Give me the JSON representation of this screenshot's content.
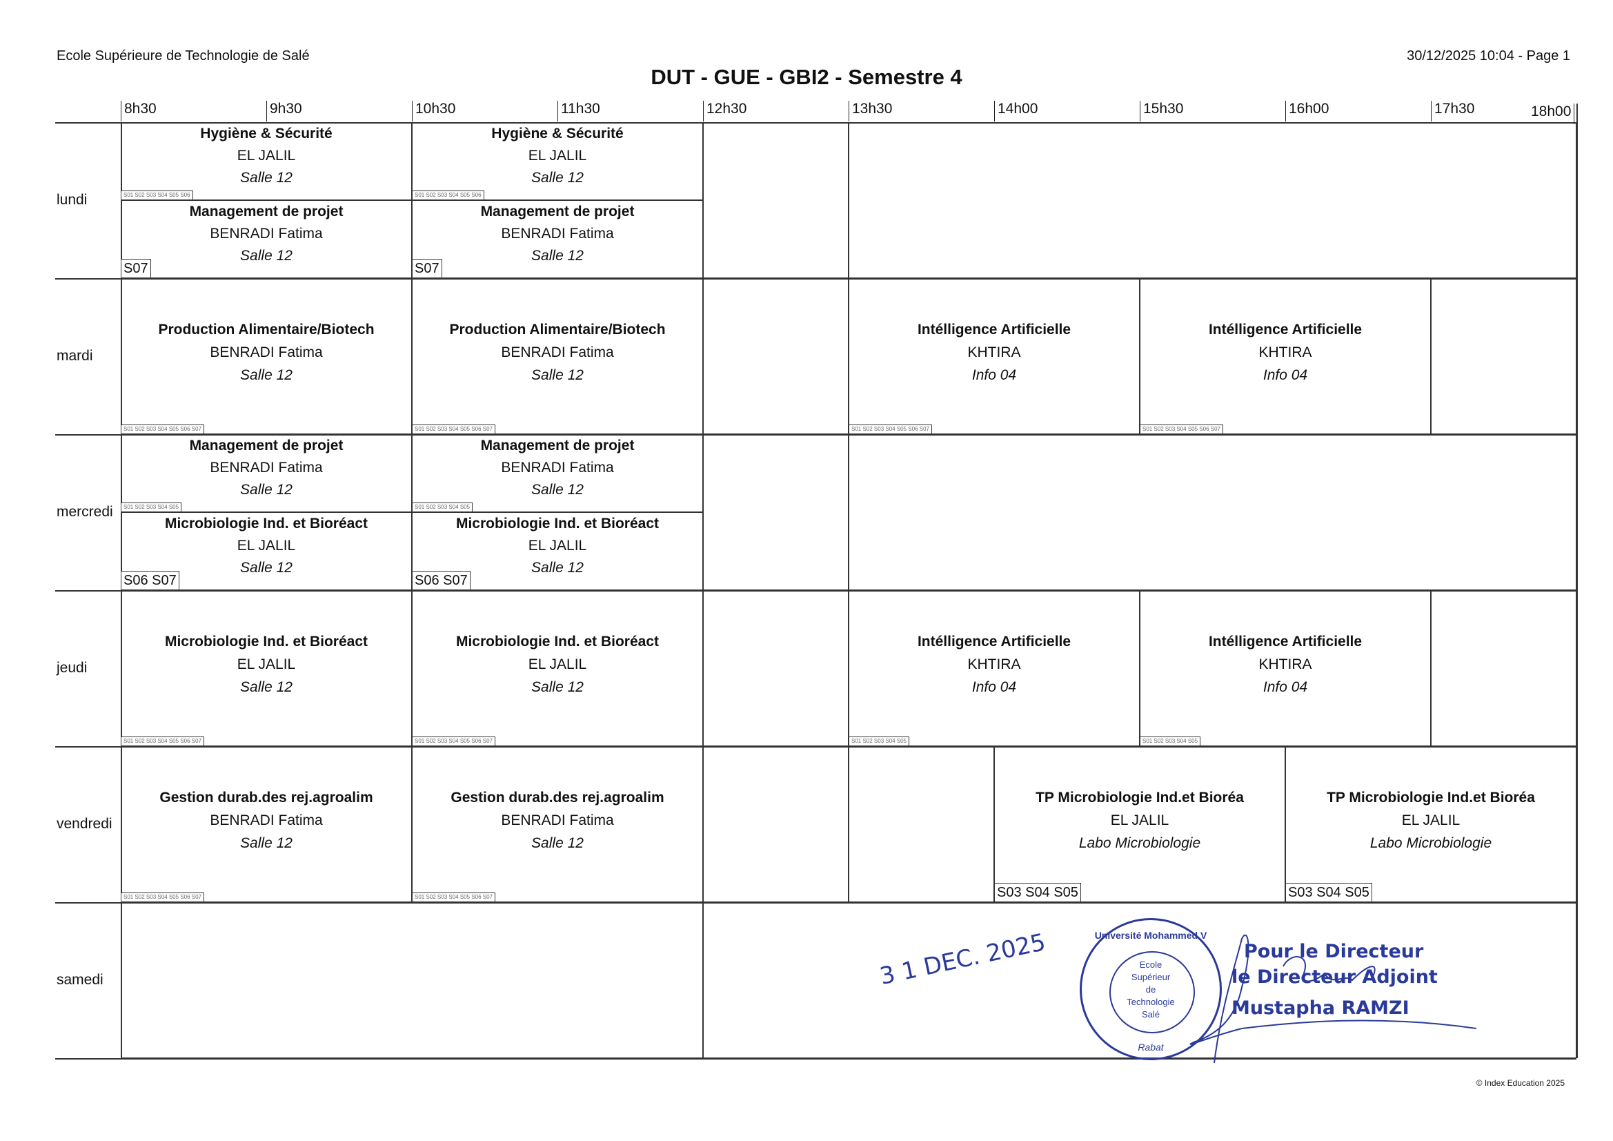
{
  "header": {
    "school": "Ecole Supérieure de Technologie de Salé",
    "date_page": "30/12/2025 10:04 - Page 1",
    "title": "DUT - GUE - GBI2 -  Semestre 4"
  },
  "times": [
    "8h30",
    "9h30",
    "10h30",
    "11h30",
    "12h30",
    "13h30",
    "14h00",
    "15h30",
    "16h00",
    "17h30",
    "18h00"
  ],
  "days": [
    "lundi",
    "mardi",
    "mercredi",
    "jeudi",
    "vendredi",
    "samedi"
  ],
  "events": [
    {
      "day": 0,
      "start": "8h30",
      "end": "10h30",
      "half": "top",
      "subject": "Hygiène & Sécurité",
      "teacher": "EL JALIL",
      "room": "Salle 12",
      "groups": "S01 S02 S03 S04 S05 S06"
    },
    {
      "day": 0,
      "start": "10h30",
      "end": "12h30",
      "half": "top",
      "subject": "Hygiène & Sécurité",
      "teacher": "EL JALIL",
      "room": "Salle 12",
      "groups": "S01 S02 S03 S04 S05 S06"
    },
    {
      "day": 0,
      "start": "8h30",
      "end": "10h30",
      "half": "bottom",
      "subject": "Management de projet",
      "teacher": "BENRADI Fatima",
      "room": "Salle 12",
      "groups": "S07"
    },
    {
      "day": 0,
      "start": "10h30",
      "end": "12h30",
      "half": "bottom",
      "subject": "Management de projet",
      "teacher": "BENRADI Fatima",
      "room": "Salle 12",
      "groups": "S07"
    },
    {
      "day": 1,
      "start": "8h30",
      "end": "10h30",
      "half": "full",
      "subject": "Production Alimentaire/Biotech",
      "teacher": "BENRADI Fatima",
      "room": "Salle 12",
      "groups": "S01 S02 S03 S04 S05 S06 S07"
    },
    {
      "day": 1,
      "start": "10h30",
      "end": "12h30",
      "half": "full",
      "subject": "Production Alimentaire/Biotech",
      "teacher": "BENRADI Fatima",
      "room": "Salle 12",
      "groups": "S01 S02 S03 S04 S05 S06 S07"
    },
    {
      "day": 1,
      "start": "13h30",
      "end": "15h30",
      "half": "full",
      "subject": "Intélligence Artificielle",
      "teacher": "KHTIRA",
      "room": "Info 04",
      "groups": "S01 S02 S03 S04 S05 S06 S07"
    },
    {
      "day": 1,
      "start": "15h30",
      "end": "17h30",
      "half": "full",
      "subject": "Intélligence Artificielle",
      "teacher": "KHTIRA",
      "room": "Info 04",
      "groups": "S01 S02 S03 S04 S05 S06 S07"
    },
    {
      "day": 2,
      "start": "8h30",
      "end": "10h30",
      "half": "top",
      "subject": "Management de projet",
      "teacher": "BENRADI Fatima",
      "room": "Salle 12",
      "groups": "S01 S02 S03 S04 S05"
    },
    {
      "day": 2,
      "start": "10h30",
      "end": "12h30",
      "half": "top",
      "subject": "Management de projet",
      "teacher": "BENRADI Fatima",
      "room": "Salle 12",
      "groups": "S01 S02 S03 S04 S05"
    },
    {
      "day": 2,
      "start": "8h30",
      "end": "10h30",
      "half": "bottom",
      "subject": "Microbiologie Ind. et Bioréact",
      "teacher": "EL JALIL",
      "room": "Salle 12",
      "groups": "S06 S07"
    },
    {
      "day": 2,
      "start": "10h30",
      "end": "12h30",
      "half": "bottom",
      "subject": "Microbiologie Ind. et Bioréact",
      "teacher": "EL JALIL",
      "room": "Salle 12",
      "groups": "S06 S07"
    },
    {
      "day": 3,
      "start": "8h30",
      "end": "10h30",
      "half": "full",
      "subject": "Microbiologie Ind. et Bioréact",
      "teacher": "EL JALIL",
      "room": "Salle 12",
      "groups": "S01 S02 S03 S04 S05 S06 S07"
    },
    {
      "day": 3,
      "start": "10h30",
      "end": "12h30",
      "half": "full",
      "subject": "Microbiologie Ind. et Bioréact",
      "teacher": "EL JALIL",
      "room": "Salle 12",
      "groups": "S01 S02 S03 S04 S05 S06 S07"
    },
    {
      "day": 3,
      "start": "13h30",
      "end": "15h30",
      "half": "full",
      "subject": "Intélligence Artificielle",
      "teacher": "KHTIRA",
      "room": "Info 04",
      "groups": "S01 S02 S03 S04 S05"
    },
    {
      "day": 3,
      "start": "15h30",
      "end": "17h30",
      "half": "full",
      "subject": "Intélligence Artificielle",
      "teacher": "KHTIRA",
      "room": "Info 04",
      "groups": "S01 S02 S03 S04 S05"
    },
    {
      "day": 4,
      "start": "8h30",
      "end": "10h30",
      "half": "full",
      "subject": "Gestion durab.des rej.agroalim",
      "teacher": "BENRADI Fatima",
      "room": "Salle 12",
      "groups": "S01 S02 S03 S04 S05 S06 S07"
    },
    {
      "day": 4,
      "start": "10h30",
      "end": "12h30",
      "half": "full",
      "subject": "Gestion durab.des rej.agroalim",
      "teacher": "BENRADI Fatima",
      "room": "Salle 12",
      "groups": "S01 S02 S03 S04 S05 S06 S07"
    },
    {
      "day": 4,
      "start": "14h00",
      "end": "16h00",
      "half": "full",
      "subject": "TP Microbiologie Ind.et Bioréa",
      "teacher": "EL JALIL",
      "room": "Labo Microbiologie",
      "groups": "S03 S04 S05"
    },
    {
      "day": 4,
      "start": "16h00",
      "end": "18h00",
      "half": "full",
      "subject": "TP Microbiologie Ind.et Bioréa",
      "teacher": "EL JALIL",
      "room": "Labo Microbiologie",
      "groups": "S03 S04 S05"
    }
  ],
  "stamp": {
    "date": "3 1 DEC. 2025",
    "seal_ring": "Université Mohammed V",
    "seal_bottom": "Rabat",
    "seal_center": [
      "Ecole",
      "Supérieur",
      "de",
      "Technologie",
      "Salé"
    ],
    "signature_lines": [
      "Pour le Directeur",
      "le Directeur Adjoint",
      "Mustapha RAMZI"
    ]
  },
  "footer": "© Index Education 2025"
}
